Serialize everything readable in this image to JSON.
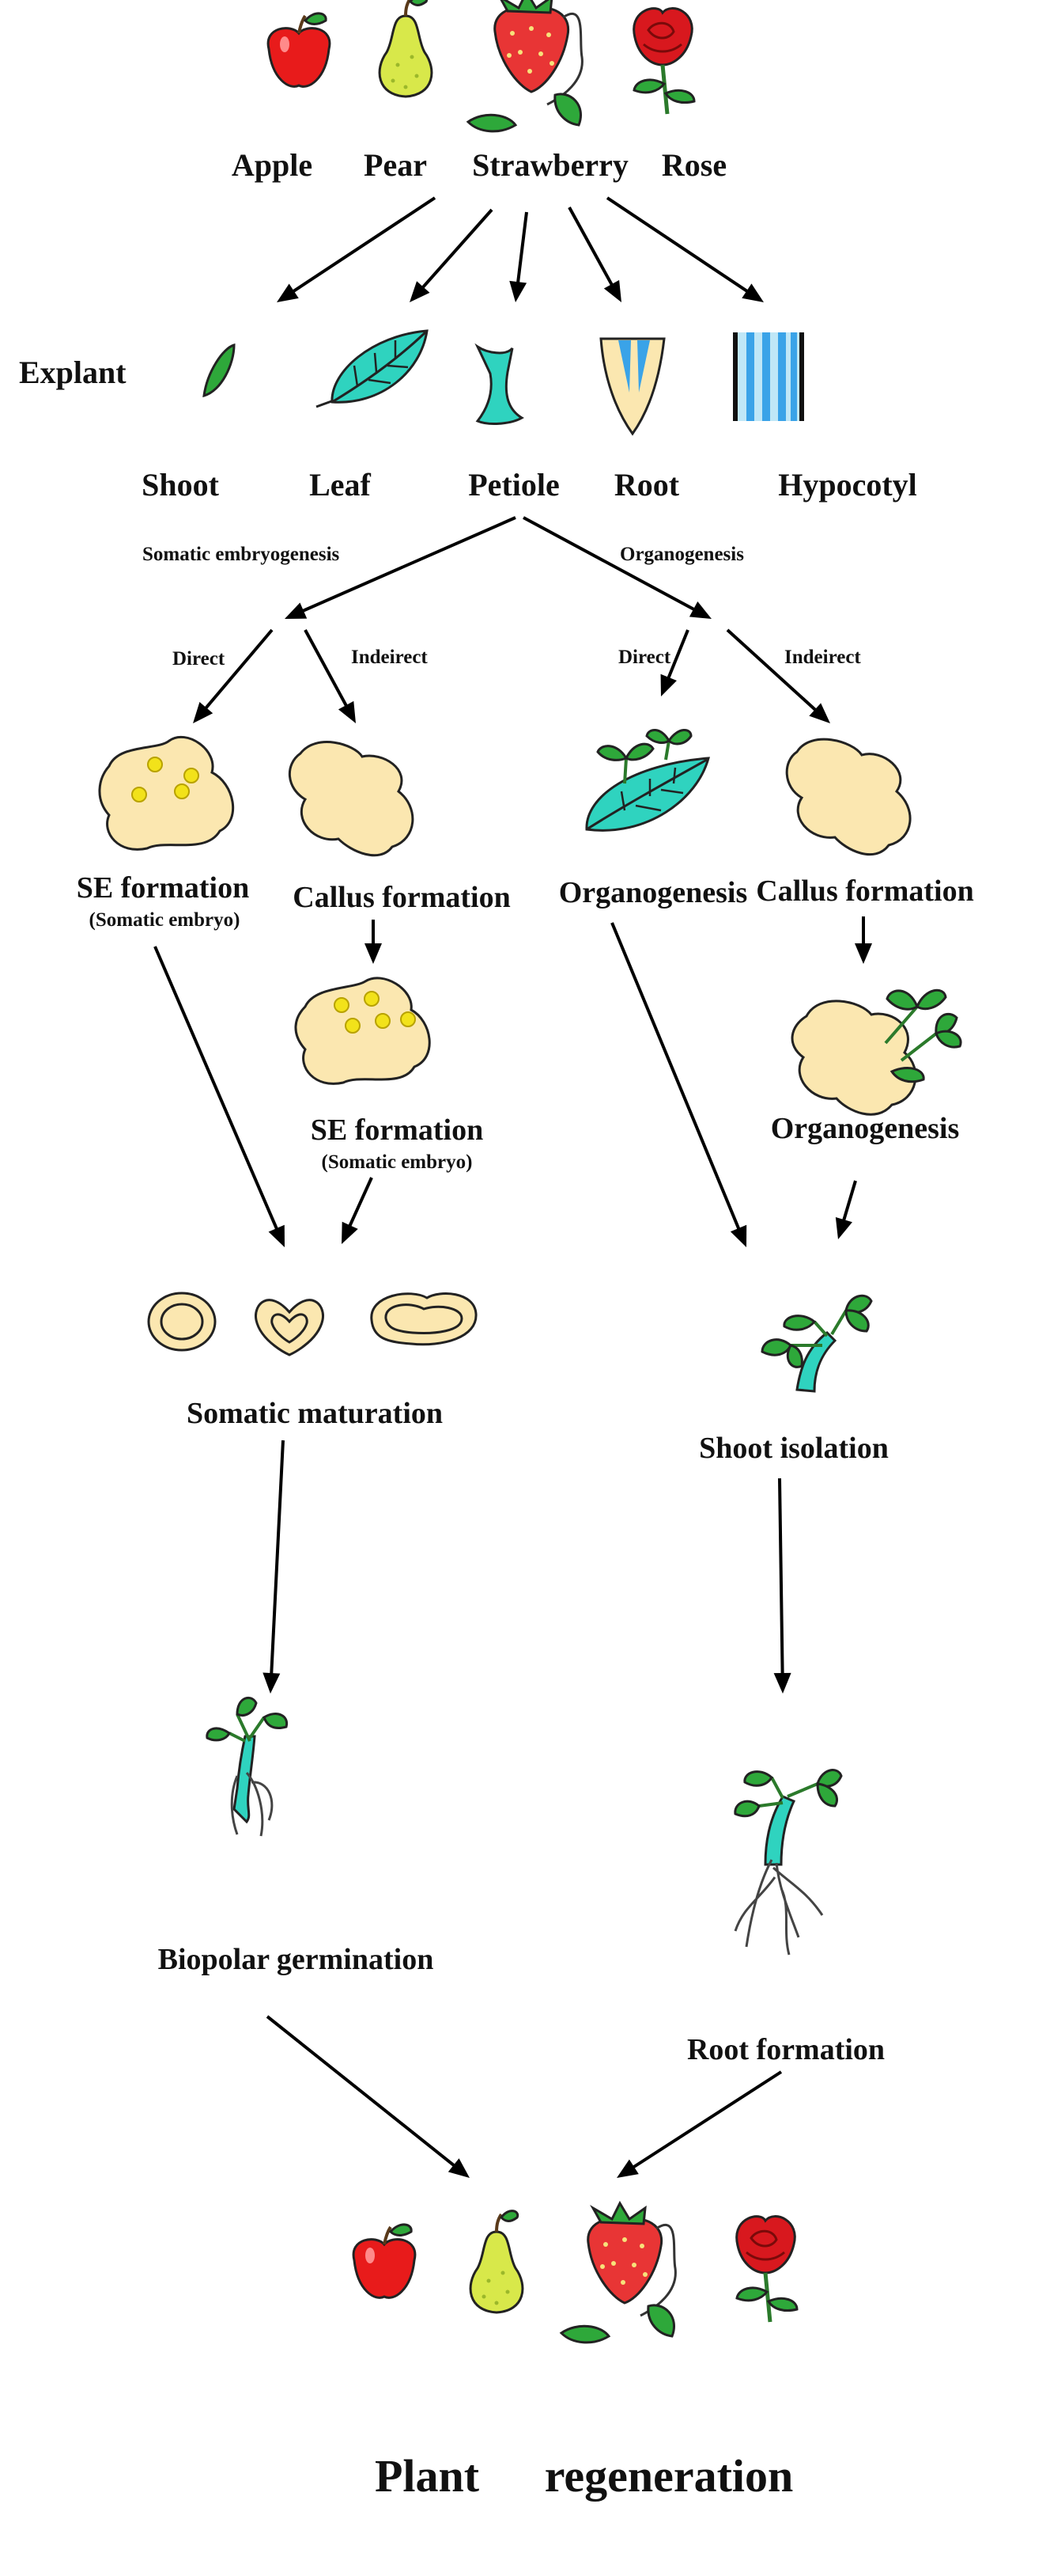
{
  "top_plants": {
    "apple": "Apple",
    "pear": "Pear",
    "strawberry": "Strawberry",
    "rose": "Rose"
  },
  "explant": {
    "label": "Explant",
    "types": {
      "shoot": "Shoot",
      "leaf": "Leaf",
      "petiole": "Petiole",
      "root": "Root",
      "hypocotyl": "Hypocotyl"
    }
  },
  "pathways": {
    "somatic": "Somatic embryogenesis",
    "organogenesis": "Organogenesis",
    "se_direct": "Direct",
    "se_indirect": "Indeirect",
    "org_direct": "Direct",
    "org_indirect": "Indeirect"
  },
  "stages": {
    "se_formation": "SE formation",
    "se_formation_sub": "(Somatic embryo)",
    "callus_formation_left": "Callus formation",
    "se_formation_2": "SE formation",
    "se_formation_2_sub": "(Somatic embryo)",
    "organogenesis_direct": "Organogenesis",
    "callus_formation_right": "Callus formation",
    "organogenesis_indirect": "Organogenesis",
    "somatic_maturation": "Somatic maturation",
    "shoot_isolation": "Shoot isolation",
    "biopolar_germination": "Biopolar germination",
    "root_formation": "Root formation"
  },
  "final": {
    "left": "Plant",
    "right": "regeneration"
  },
  "colors": {
    "apple_red": "#e81b1b",
    "pear_green": "#d8e84a",
    "strawberry_red": "#e83535",
    "leaf_green": "#2ea83a",
    "teal": "#2fd3bf",
    "root_blue": "#3aa3e8",
    "callus": "#fbe7b0",
    "seed_yellow": "#f2e21a"
  }
}
